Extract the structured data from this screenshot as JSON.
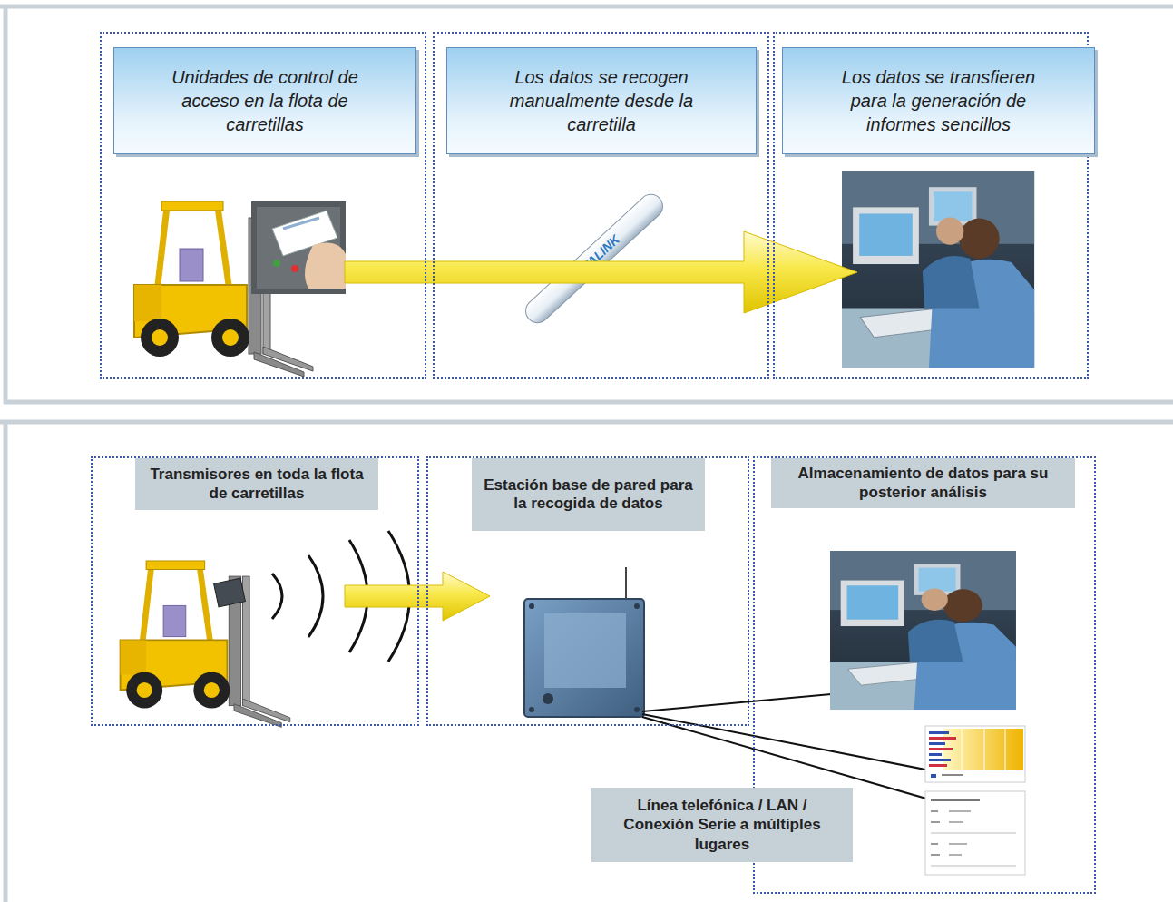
{
  "diagram": {
    "nodes": [
      {
        "text": [
          "Unidades de control de acceso en la flota de carretillas"
        ]
      },
      {
        "text": [
          "Los datos se recogen manualmente desde la carretilla"
        ]
      },
      {
        "text": [
          "Los datos se transfieren para la generación de informes sencillos"
        ]
      },
      {
        "text": [
          "Transmisores en toda la flota de carretillas"
        ]
      },
      {
        "text": [
          "Estación base de pared para la recogida de datos"
        ]
      },
      {
        "text": [
          "Almacenamiento de datos para su posterior análisis"
        ]
      },
      {
        "text": [
          "Línea telefónica / LAN / Conexión Serie a múltiples lugares"
        ]
      }
    ],
    "edges": [
      {
        "from": 0,
        "to": 2,
        "arrow": "to"
      },
      {
        "from": 3,
        "to": 4,
        "arrow": "to"
      }
    ],
    "labels": [
      "DATALINK"
    ]
  }
}
